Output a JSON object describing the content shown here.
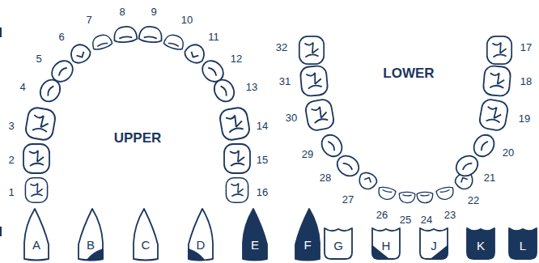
{
  "diagram": {
    "labels": [
      "1",
      "2",
      "3",
      "4",
      "5",
      "6",
      "7",
      "8",
      "9",
      "10",
      "11",
      "12",
      "13",
      "14",
      "15",
      "16",
      "UPPER",
      "17",
      "18",
      "19",
      "20",
      "21",
      "22",
      "23",
      "24",
      "25",
      "26",
      "27",
      "28",
      "29",
      "30",
      "31",
      "32",
      "LOWER",
      "A",
      "B",
      "C",
      "D",
      "E",
      "F",
      "G",
      "H",
      "J",
      "K",
      "L"
    ]
  }
}
